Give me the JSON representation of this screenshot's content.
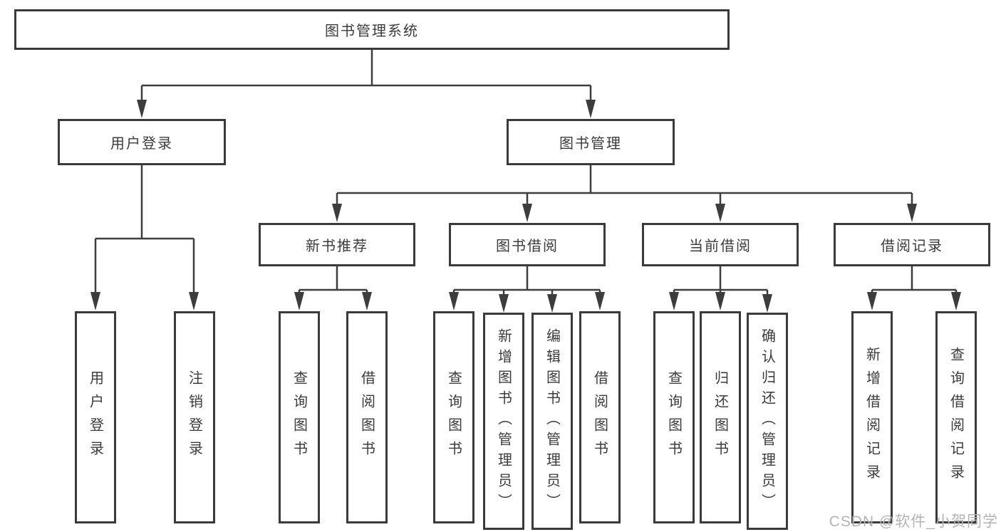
{
  "tree": {
    "label": "图书管理系统",
    "children": [
      {
        "label": "用户登录",
        "children": [
          {
            "label": "用户登录"
          },
          {
            "label": "注销登录"
          }
        ]
      },
      {
        "label": "图书管理",
        "children": [
          {
            "label": "新书推荐",
            "children": [
              {
                "label": "查询图书"
              },
              {
                "label": "借阅图书"
              }
            ]
          },
          {
            "label": "图书借阅",
            "children": [
              {
                "label": "查询图书"
              },
              {
                "label": "新增图书（管理员）"
              },
              {
                "label": "编辑图书（管理员）"
              },
              {
                "label": "借阅图书"
              }
            ]
          },
          {
            "label": "当前借阅",
            "children": [
              {
                "label": "查询图书"
              },
              {
                "label": "归还图书"
              },
              {
                "label": "确认归还（管理员）"
              }
            ]
          },
          {
            "label": "借阅记录",
            "children": [
              {
                "label": "新增借阅记录"
              },
              {
                "label": "查询借阅记录"
              }
            ]
          }
        ]
      }
    ]
  },
  "watermark": "CSDN @软件_小贺同学",
  "colors": {
    "line": "#3d3d3d",
    "box_border": "#3a3a3a",
    "text": "#3b3b3b",
    "watermark": "#b3b3b3",
    "background": "#ffffff"
  }
}
